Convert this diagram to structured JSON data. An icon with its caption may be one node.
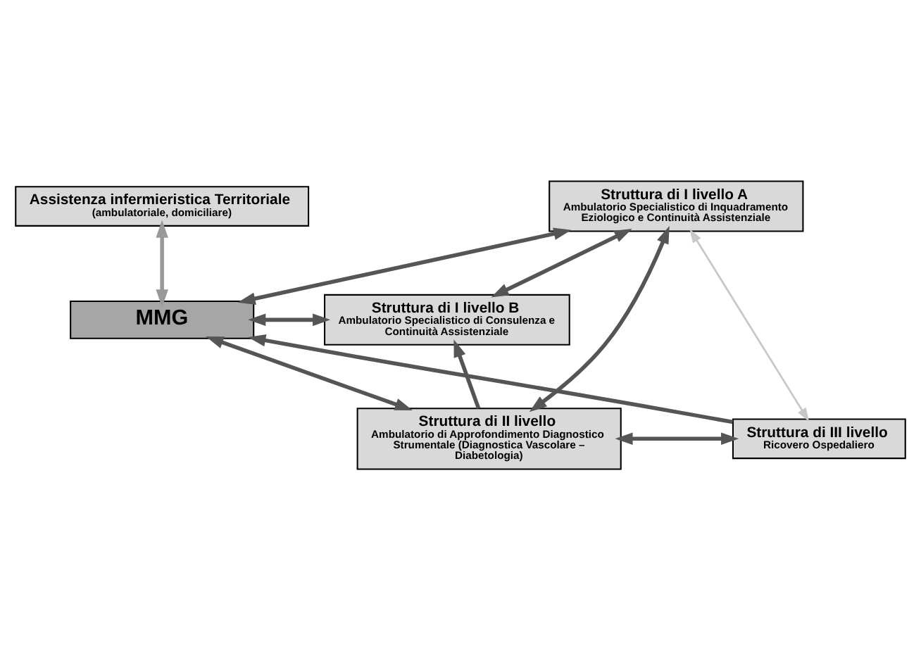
{
  "diagram": {
    "nodes": [
      {
        "text": [
          "Assistenza infermieristica Territoriale",
          "(ambulatoriale, domiciliare)"
        ]
      },
      {
        "text": [
          "Struttura di I livello A",
          "Ambulatorio Specialistico di Inquadramento Eziologico e Continuità Assistenziale"
        ]
      },
      {
        "text": [
          "MMG"
        ]
      },
      {
        "text": [
          "Struttura di I livello B",
          "Ambulatorio Specialistico di Consulenza e Continuità Assistenziale"
        ]
      },
      {
        "text": [
          "Struttura di III livello",
          "Ricovero Ospedaliero"
        ]
      },
      {
        "text": [
          "Struttura di II livello",
          "Ambulatorio di Approfondimento Diagnostico Strumentale (Diagnostica Vascolare – Diabetologia)"
        ]
      }
    ],
    "edges": [
      {
        "from": 0,
        "to": 2,
        "arrow": "both",
        "color": "#999999"
      },
      {
        "from": 2,
        "to": 1,
        "arrow": "both"
      },
      {
        "from": 2,
        "to": 3,
        "arrow": "both"
      },
      {
        "from": 4,
        "to": 2,
        "arrow": "to"
      },
      {
        "from": 2,
        "to": 5,
        "arrow": "both"
      },
      {
        "from": 1,
        "to": 3,
        "arrow": "both"
      },
      {
        "from": 5,
        "to": 3,
        "arrow": "to"
      },
      {
        "from": 1,
        "to": 5,
        "arrow": "both"
      },
      {
        "from": 4,
        "to": 5,
        "arrow": "both"
      },
      {
        "from": 1,
        "to": 4,
        "arrow": "both",
        "color": "#c8c8c8"
      }
    ]
  }
}
